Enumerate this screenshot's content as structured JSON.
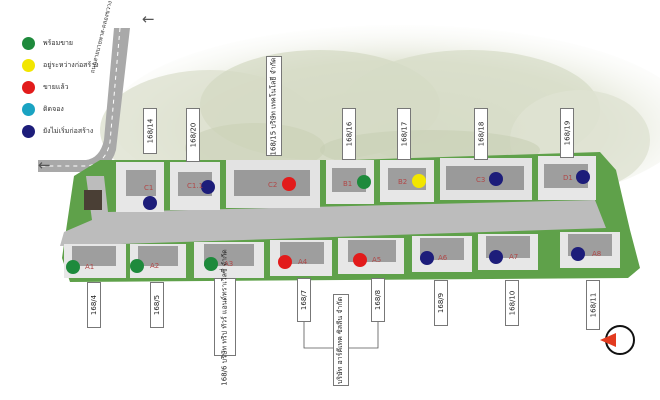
{
  "legend": [
    {
      "label": "พร้อมขาย",
      "color": "#1e8a3c"
    },
    {
      "label": "อยู่ระหว่างก่อสร้าง",
      "color": "#f2e600"
    },
    {
      "label": "ขายแล้ว",
      "color": "#e21b1b"
    },
    {
      "label": "ติดจอง",
      "color": "#1aa3c2"
    },
    {
      "label": "ยังไม่เริ่มก่อสร้าง",
      "color": "#1d1d7a"
    }
  ],
  "road_name": "ถนนสายบายพาส-คลองขวาง",
  "lots": [
    {
      "id": "C1",
      "status": "ยังไม่เริ่มก่อสร้าง"
    },
    {
      "id": "C1.1",
      "status": "ยังไม่เริ่มก่อสร้าง"
    },
    {
      "id": "C2",
      "status": "ขายแล้ว"
    },
    {
      "id": "B1",
      "status": "พร้อมขาย"
    },
    {
      "id": "B2",
      "status": "อยู่ระหว่างก่อสร้าง"
    },
    {
      "id": "C3",
      "status": "ยังไม่เริ่มก่อสร้าง"
    },
    {
      "id": "D1",
      "status": "ยังไม่เริ่มก่อสร้าง"
    },
    {
      "id": "A1",
      "status": "พร้อมขาย"
    },
    {
      "id": "A2",
      "status": "พร้อมขาย"
    },
    {
      "id": "A3",
      "status": "พร้อมขาย"
    },
    {
      "id": "A4",
      "status": "ขายแล้ว"
    },
    {
      "id": "A5",
      "status": "ขายแล้ว"
    },
    {
      "id": "A6",
      "status": "ยังไม่เริ่มก่อสร้าง"
    },
    {
      "id": "A7",
      "status": "ยังไม่เริ่มก่อสร้าง"
    },
    {
      "id": "A8",
      "status": "ยังไม่เริ่มก่อสร้าง"
    }
  ],
  "plot_tags": {
    "t14": "168/14",
    "t20": "168/20",
    "t15": "168/15 บริษัท เทคโนโลยี จำกัด",
    "t16": "168/16",
    "t17": "168/17",
    "t18": "168/18",
    "t19": "168/19",
    "t4": "168/4",
    "t5": "168/5",
    "t6": "168/6 บริษัท ทริป ทัวร์ แอนด์ทราเวิลซี่ จำกัด",
    "t7": "168/7",
    "t8": "168/8",
    "t9": "168/9",
    "t10": "168/10",
    "t11": "168/11",
    "tcombo": "บริษัท อาร์คีเทค ซิลลีน จำกัด"
  }
}
